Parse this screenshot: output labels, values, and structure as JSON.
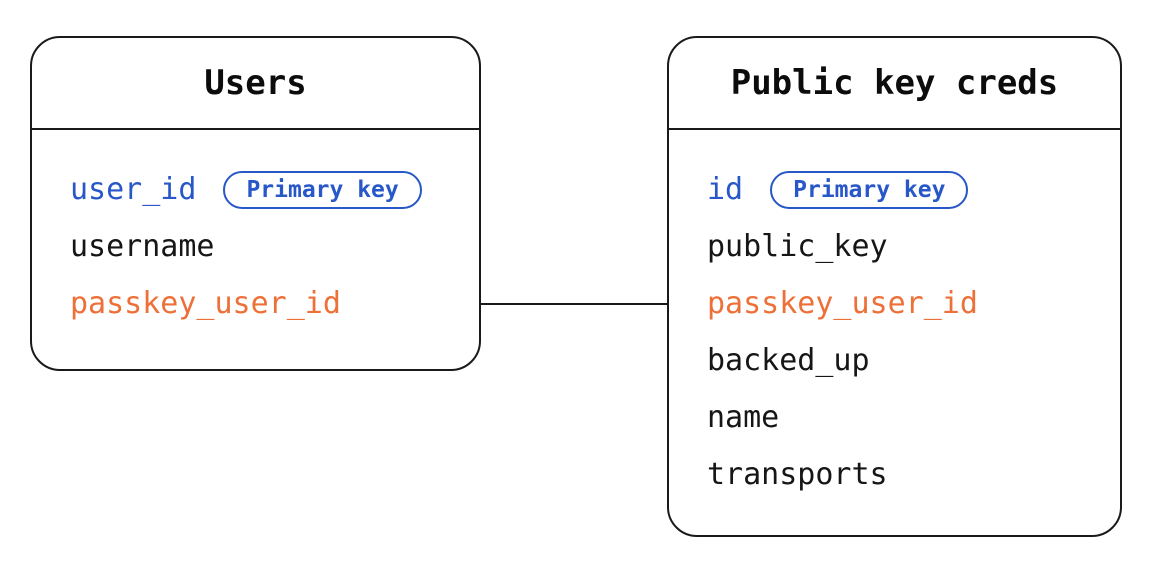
{
  "tables": [
    {
      "title": "Users",
      "fields": [
        {
          "name": "user_id",
          "kind": "primary-key",
          "badge": "Primary key"
        },
        {
          "name": "username",
          "kind": "regular"
        },
        {
          "name": "passkey_user_id",
          "kind": "foreign-key"
        }
      ]
    },
    {
      "title": "Public key creds",
      "fields": [
        {
          "name": "id",
          "kind": "primary-key",
          "badge": "Primary key"
        },
        {
          "name": "public_key",
          "kind": "regular"
        },
        {
          "name": "passkey_user_id",
          "kind": "foreign-key"
        },
        {
          "name": "backed_up",
          "kind": "regular"
        },
        {
          "name": "name",
          "kind": "regular"
        },
        {
          "name": "transports",
          "kind": "regular"
        }
      ]
    }
  ],
  "relationship": {
    "from_table": "Users",
    "from_field": "passkey_user_id",
    "to_table": "Public key creds",
    "to_field": "passkey_user_id"
  },
  "colors": {
    "primary_key_blue": "#2857C8",
    "foreign_key_orange": "#ED7038",
    "line_black": "#1A1A1A"
  }
}
